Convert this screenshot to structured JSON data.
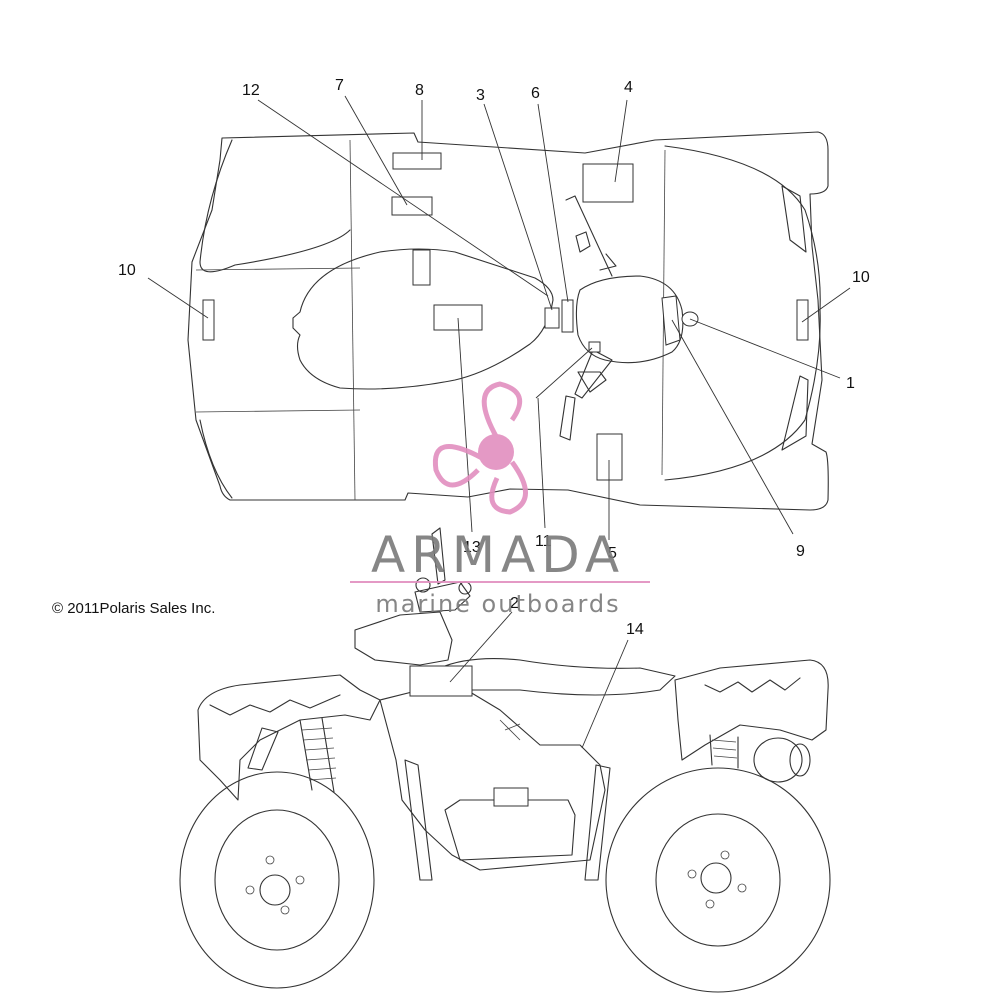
{
  "callouts": [
    {
      "id": "c1",
      "label": "1"
    },
    {
      "id": "c2",
      "label": "2"
    },
    {
      "id": "c3",
      "label": "3"
    },
    {
      "id": "c4",
      "label": "4"
    },
    {
      "id": "c5",
      "label": "5"
    },
    {
      "id": "c6",
      "label": "6"
    },
    {
      "id": "c7",
      "label": "7"
    },
    {
      "id": "c8",
      "label": "8"
    },
    {
      "id": "c9",
      "label": "9"
    },
    {
      "id": "c10a",
      "label": "10"
    },
    {
      "id": "c10b",
      "label": "10"
    },
    {
      "id": "c11",
      "label": "11"
    },
    {
      "id": "c12",
      "label": "12"
    },
    {
      "id": "c13",
      "label": "13"
    },
    {
      "id": "c14",
      "label": "14"
    }
  ],
  "copyright": "© 2011Polaris Sales Inc.",
  "watermark": {
    "brand": "ARMADA",
    "tagline": "marine outboards",
    "color": "#e28fbf",
    "text_color": "#7a7a7a"
  }
}
